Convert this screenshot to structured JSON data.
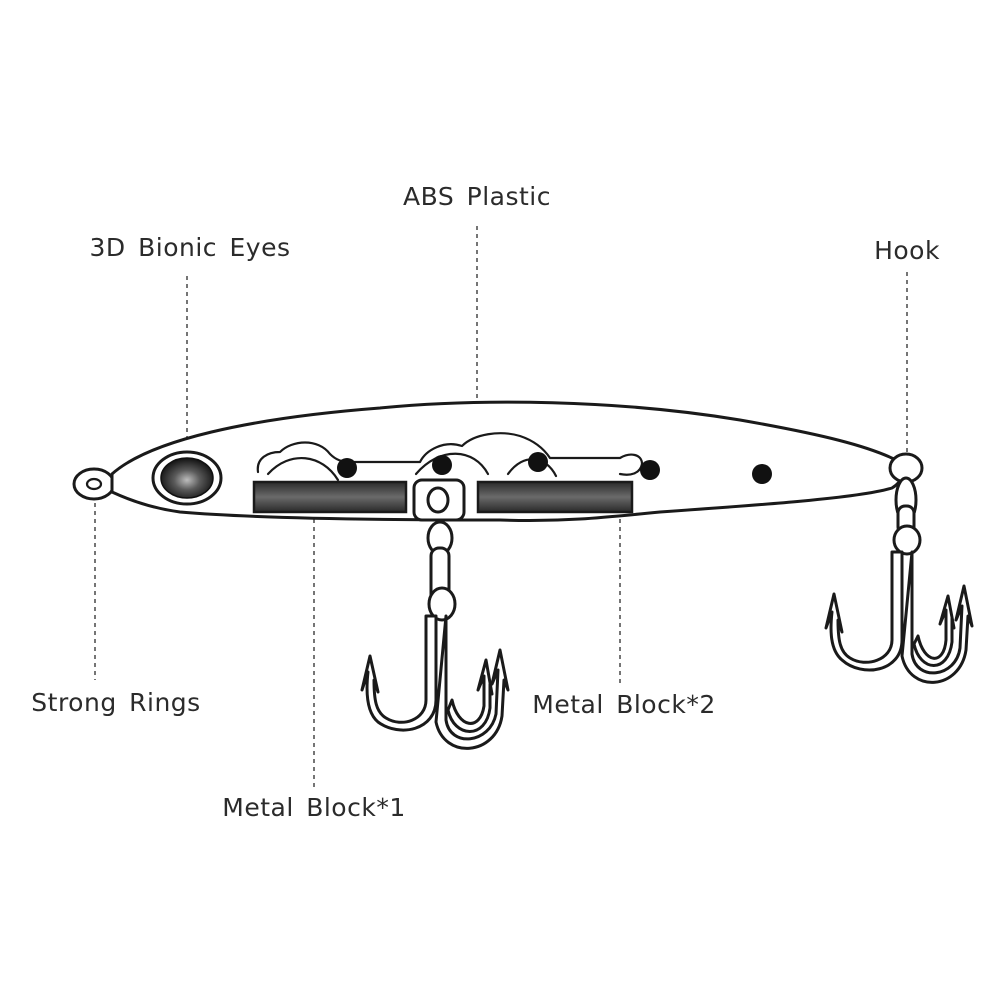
{
  "labels": {
    "abs_plastic": "ABS Plastic",
    "bionic_eyes": "3D Bionic Eyes",
    "hook": "Hook",
    "strong_rings": "Strong Rings",
    "metal_block_1": "Metal Block*1",
    "metal_block_2": "Metal Block*2"
  },
  "colors": {
    "outline": "#1a1a1a",
    "metal_block": "#4a4a4a",
    "text": "#2b2b2b"
  }
}
